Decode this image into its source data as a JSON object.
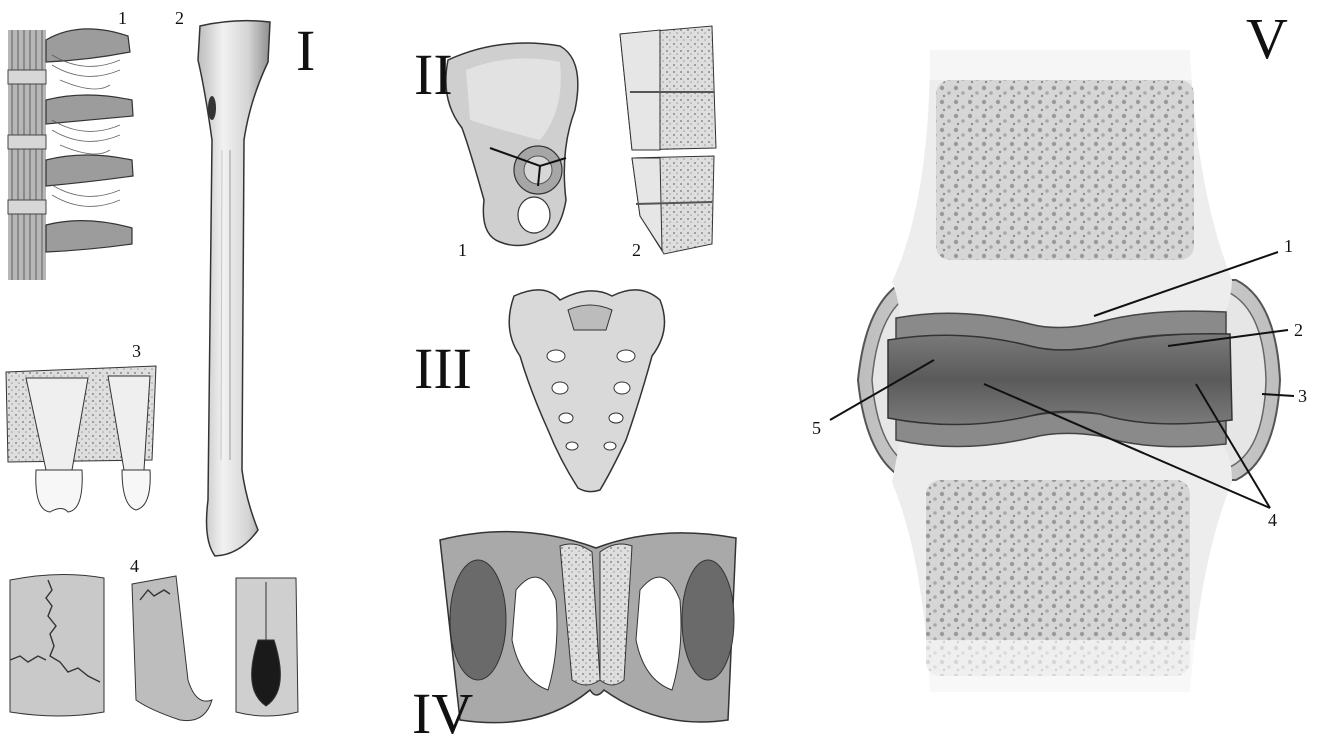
{
  "figures": {
    "group_I": {
      "numeral": "I",
      "labels": [
        "1",
        "2",
        "3",
        "4"
      ]
    },
    "group_II": {
      "numeral": "II",
      "labels": [
        "1",
        "2"
      ]
    },
    "group_III": {
      "numeral": "III"
    },
    "group_IV": {
      "numeral": "IV"
    },
    "group_V": {
      "numeral": "V",
      "labels": [
        "1",
        "2",
        "3",
        "4",
        "5"
      ]
    }
  },
  "colors": {
    "bone_light": "#ececec",
    "bone_mid": "#bdbdbd",
    "bone_dark": "#6e6e6e",
    "cartilage": "#8a8a8a",
    "joint_cavity": "#5c5c5c",
    "line": "#111111"
  }
}
